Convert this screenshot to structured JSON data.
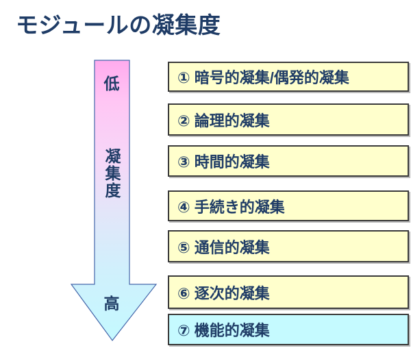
{
  "slide": {
    "title": "モジュールの凝集度"
  },
  "arrow": {
    "top_label": "低",
    "axis_label": "凝集度",
    "bottom_label": "高",
    "gradient_top_color": "#ffabee",
    "gradient_mid_color": "#e2e6f9",
    "gradient_bottom_color": "#c4f9ff",
    "border_color": "#4466aa"
  },
  "cohesion_levels": [
    {
      "label": "① 暗号的凝集/偶発的凝集",
      "highlight": false
    },
    {
      "label": "② 論理的凝集",
      "highlight": false
    },
    {
      "label": "③ 時間的凝集",
      "highlight": false
    },
    {
      "label": "④ 手続き的凝集",
      "highlight": false
    },
    {
      "label": "⑤ 通信的凝集",
      "highlight": false
    },
    {
      "label": "⑥ 逐次的凝集",
      "highlight": false
    },
    {
      "label": "⑦ 機能的凝集",
      "highlight": true
    }
  ],
  "colors": {
    "title_text": "#1f3c66",
    "box_text": "#1f3c66",
    "box_bg_yellow": "#ffffcc",
    "box_bg_cyan": "#c5faff",
    "box_border": "#3a3a3a"
  }
}
